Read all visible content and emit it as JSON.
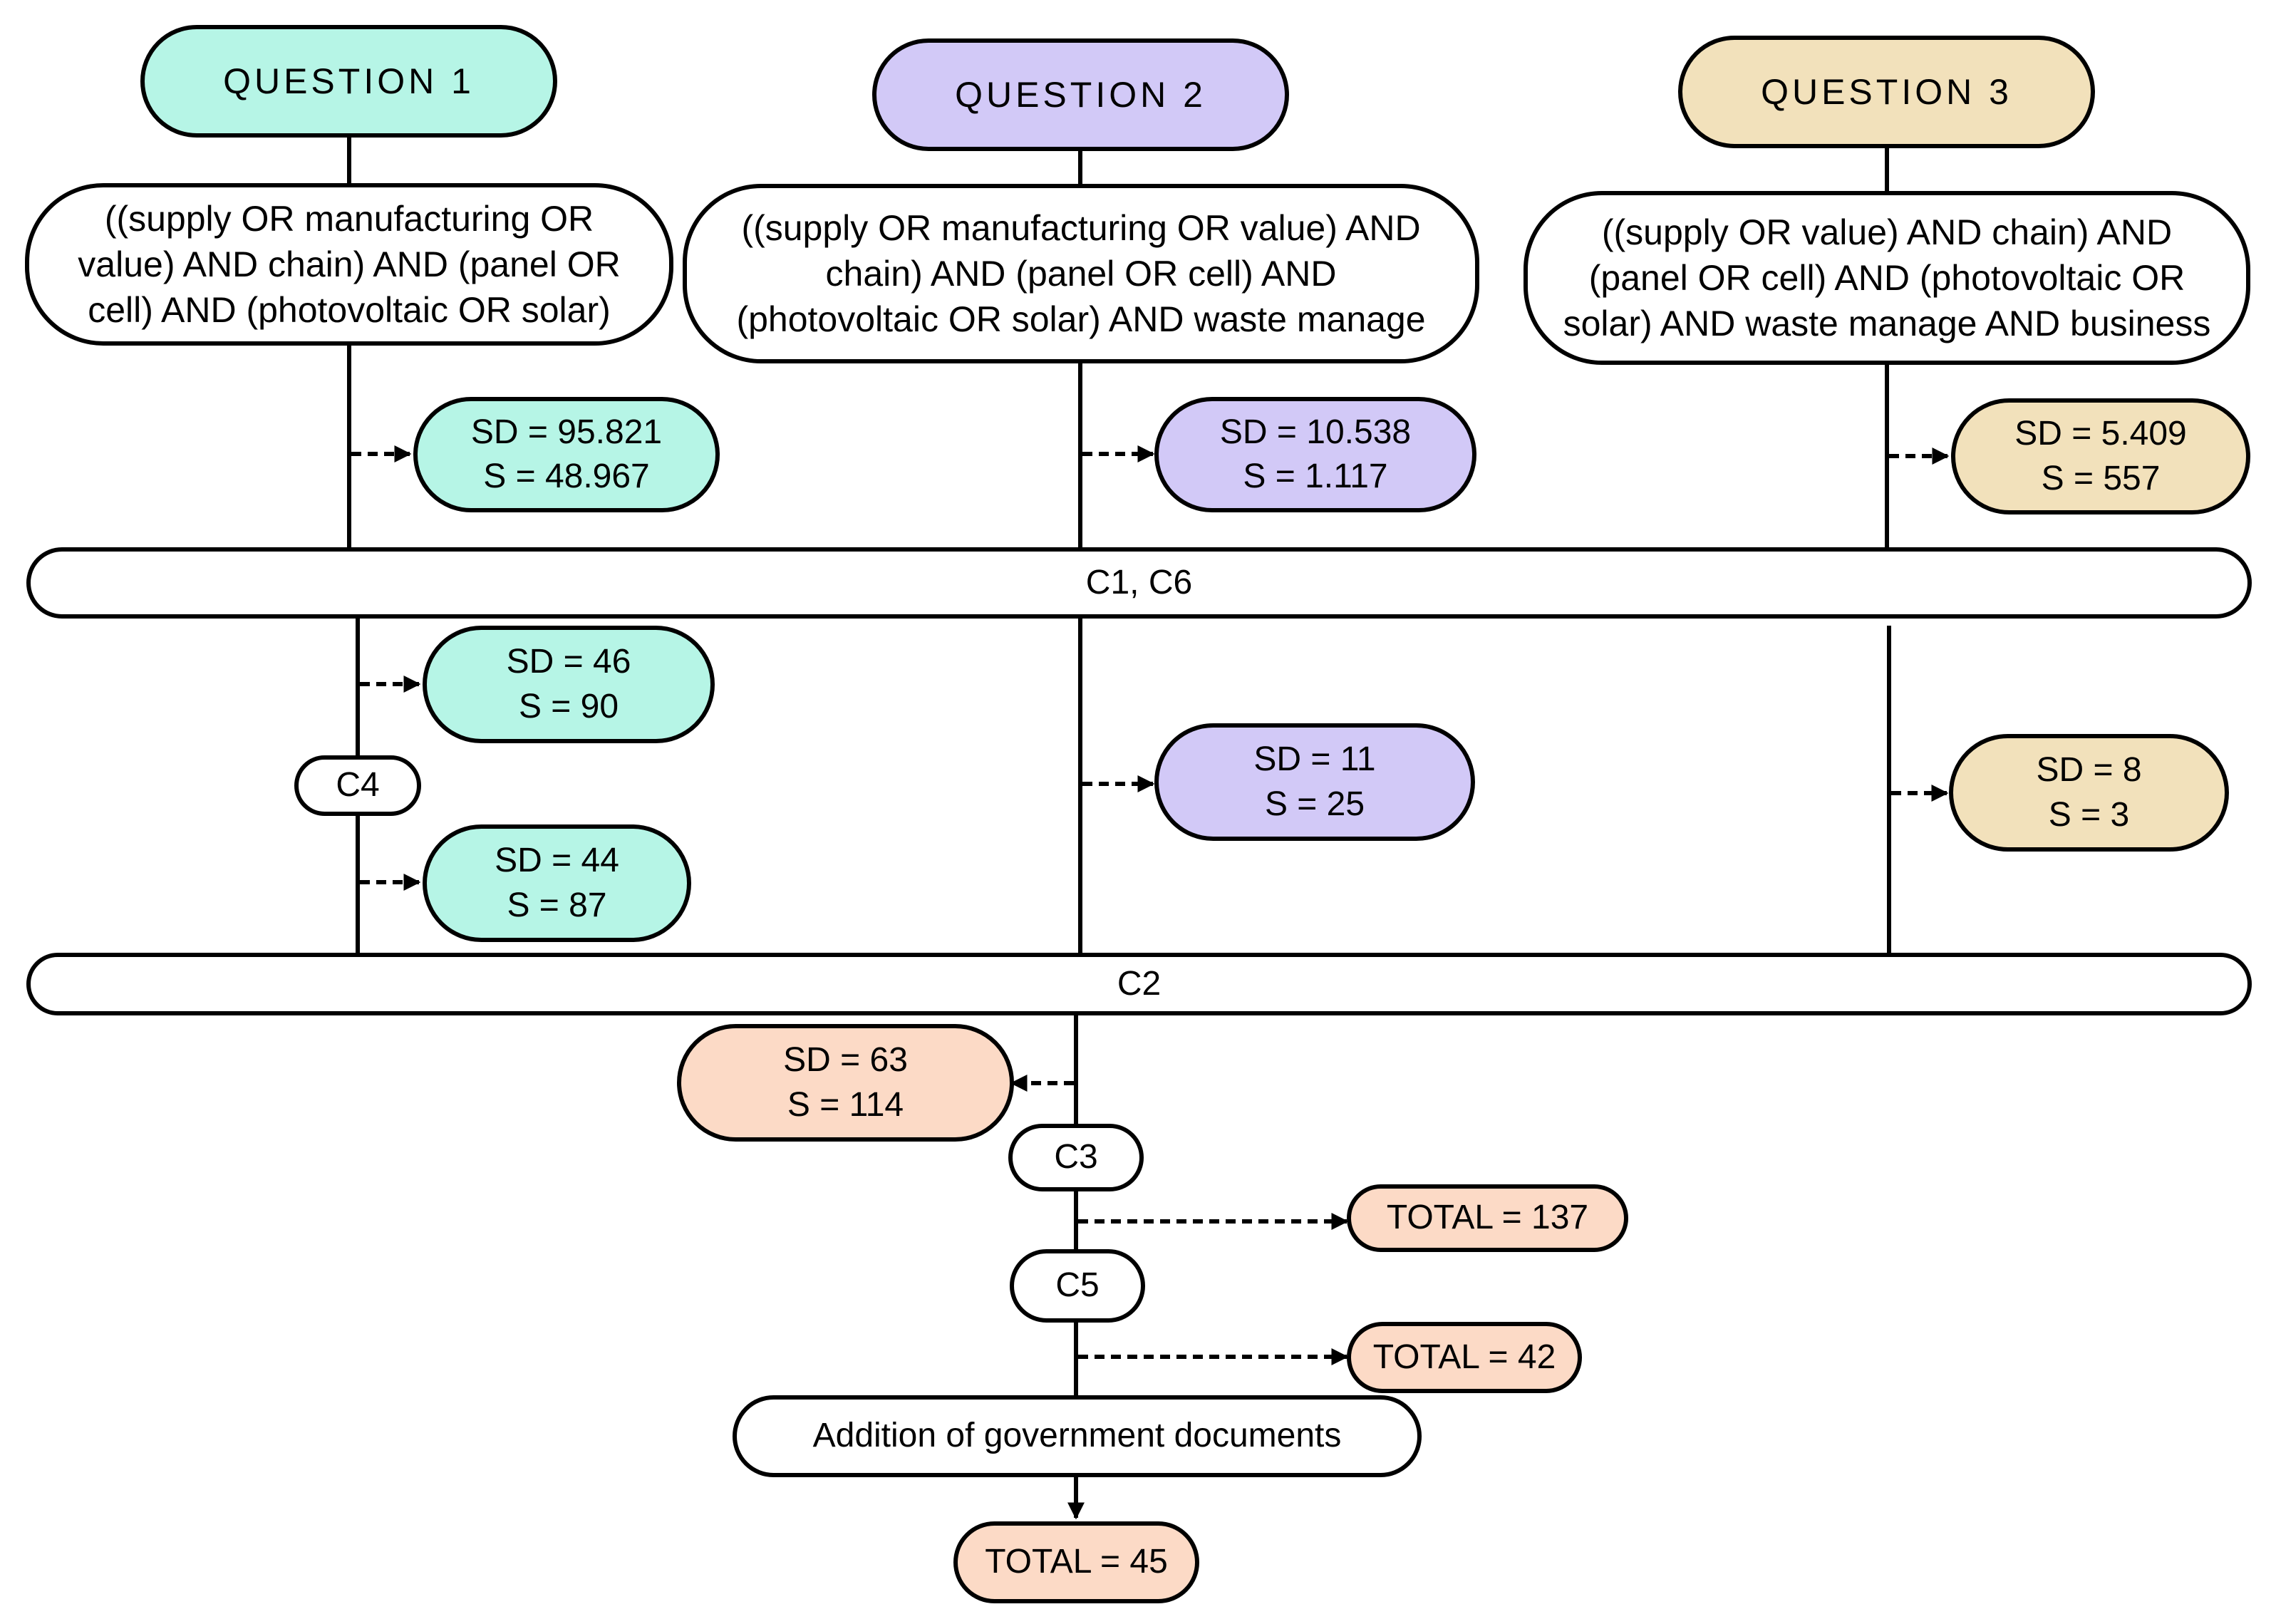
{
  "colors": {
    "question_1": "#b6f5e6",
    "question_2": "#d2c9f7",
    "question_3": "#f2e1bb",
    "totals": "#fcdac6",
    "lines": "#000000"
  },
  "questions": [
    {
      "title": "QUESTION 1",
      "query_lines": [
        "((supply OR manufacturing OR",
        "value) AND chain) AND (panel OR",
        "cell) AND (photovoltaic OR solar)"
      ],
      "result_initial": {
        "sd": "SD = 95.821",
        "s": "S = 48.967"
      },
      "result_after_c1_c6": [
        {
          "sd": "SD = 46",
          "s": "S = 90"
        },
        {
          "sd": "SD = 44",
          "s": "S = 87"
        }
      ]
    },
    {
      "title": "QUESTION 2",
      "query_lines": [
        "((supply OR manufacturing OR value) AND",
        "chain) AND (panel OR cell) AND",
        "(photovoltaic OR solar) AND waste manage"
      ],
      "result_initial": {
        "sd": "SD = 10.538",
        "s": "S = 1.117"
      },
      "result_after_c1_c6": [
        {
          "sd": "SD = 11",
          "s": "S = 25"
        }
      ]
    },
    {
      "title": "QUESTION 3",
      "query_lines": [
        "((supply OR value) AND chain) AND",
        "(panel OR cell) AND (photovoltaic OR",
        "solar) AND waste manage AND business"
      ],
      "result_initial": {
        "sd": "SD = 5.409",
        "s": "S = 557"
      },
      "result_after_c1_c6": [
        {
          "sd": "SD = 8",
          "s": "S = 3"
        }
      ]
    }
  ],
  "criteria": {
    "c1_c6": "C1, C6",
    "c4": "C4",
    "c2": "C2",
    "c3": "C3",
    "c5": "C5"
  },
  "merged": {
    "after_c2": {
      "sd": "SD = 63",
      "s": "S = 114"
    },
    "total_after_c3": "TOTAL = 137",
    "total_after_c5": "TOTAL = 42",
    "addition_step": "Addition of government documents",
    "final_total": "TOTAL = 45"
  }
}
